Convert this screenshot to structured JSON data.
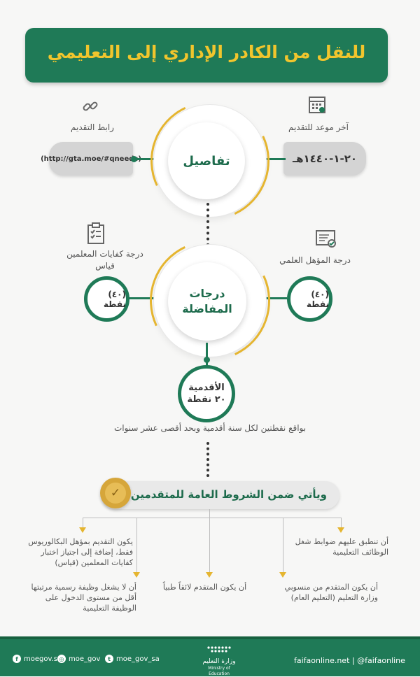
{
  "header": {
    "title": "للنقل من الكادر الإداري إلى التعليمي"
  },
  "details": {
    "center_label": "تفاصيل",
    "link_label": "رابط التقديم",
    "link_value": "(http://gta.moe/#qneeds)",
    "deadline_label": "آخر موعد للتقديم",
    "deadline_value": "٢٠-١-١٤٤٠هـ",
    "link_icon": "chain-link-icon",
    "calendar_icon": "calendar-icon"
  },
  "preference": {
    "center_label": "درجات المفاضلة",
    "left_label": "درجة كفايات المعلمين قياس",
    "left_points": "(٤٠) نقطة",
    "right_label": "درجة المؤهل العلمي",
    "right_points": "(٤٠) نقطة",
    "seniority_title": "الأقدمية",
    "seniority_points": "٢٠ نقطة",
    "seniority_note": "بواقع نقطتين لكل سنة أقدمية وبحد أقصى عشر سنوات",
    "clipboard_icon": "clipboard-checklist-icon",
    "certificate_icon": "certificate-icon"
  },
  "conditions": {
    "banner": "ويأتي ضمن الشروط العامة للمتقدمين",
    "items": [
      "أن تنطبق عليهم ضوابط شغل الوظائف التعليمية",
      "يكون التقديم بمؤهل البكالوريوس فقط، إضافة إلى اجتياز اختبار كفايات المعلمين (قياس)",
      "أن يكون المتقدم من منسوبي وزارة التعليم (التعليم العام)",
      "أن يكون المتقدم لائقاً طبياً",
      "أن لا يشغل وظيفة رسمية مرتبتها أقل من مستوى الدخول على الوظيفة التعليمية"
    ]
  },
  "footer": {
    "facebook": "moegov.sa",
    "instagram": "moe_gov",
    "twitter": "moe_gov_sa",
    "ministry_ar": "وزارة التعليم",
    "ministry_en": "Ministry of Education",
    "watermark": "faifaonline.net | @faifaonline"
  },
  "colors": {
    "green": "#1f7a57",
    "gold": "#e5b530"
  }
}
